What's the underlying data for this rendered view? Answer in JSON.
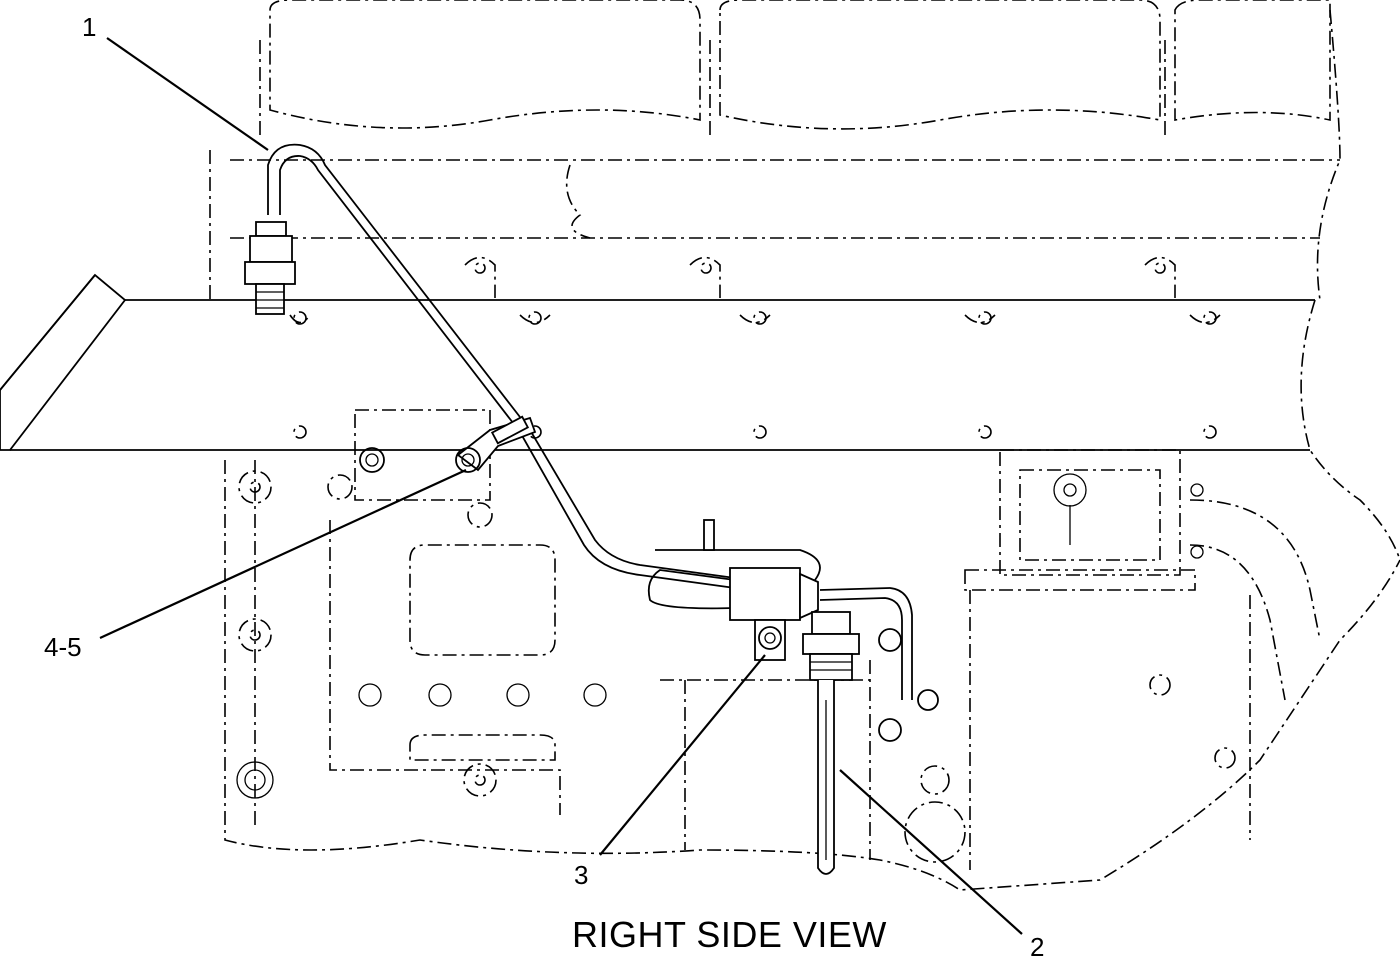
{
  "view_title": "RIGHT SIDE VIEW",
  "callouts": [
    {
      "id": "1",
      "label": "1"
    },
    {
      "id": "2",
      "label": "2"
    },
    {
      "id": "3",
      "label": "3"
    },
    {
      "id": "4-5",
      "label": "4-5"
    }
  ]
}
